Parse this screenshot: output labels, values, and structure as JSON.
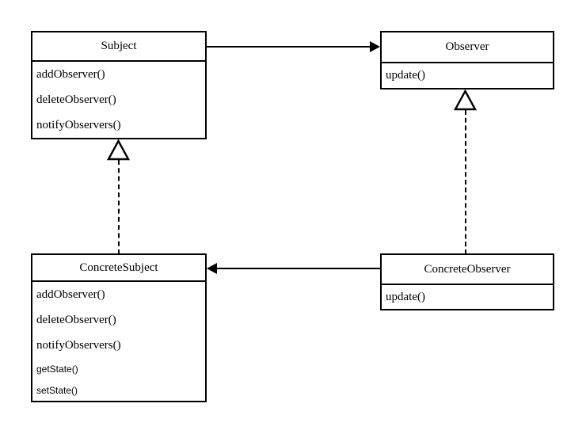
{
  "diagram": {
    "type": "uml-class-diagram",
    "title": "Observer design pattern class diagram",
    "background_color": "#ffffff",
    "line_color": "#000000",
    "classes": [
      {
        "id": "subject",
        "name": "Subject",
        "methods": [
          {
            "label": "addObserver()",
            "style": "serif"
          },
          {
            "label": "deleteObserver()",
            "style": "serif"
          },
          {
            "label": "notifyObservers()",
            "style": "serif"
          }
        ]
      },
      {
        "id": "observer",
        "name": "Observer",
        "methods": [
          {
            "label": "update()",
            "style": "serif"
          }
        ]
      },
      {
        "id": "concretesubject",
        "name": "ConcreteSubject",
        "methods": [
          {
            "label": "addObserver()",
            "style": "serif"
          },
          {
            "label": "deleteObserver()",
            "style": "serif"
          },
          {
            "label": "notifyObservers()",
            "style": "serif"
          },
          {
            "label": "getState()",
            "style": "sans-small"
          },
          {
            "label": "setState()",
            "style": "sans-small"
          }
        ]
      },
      {
        "id": "concreteobserver",
        "name": "ConcreteObserver",
        "methods": [
          {
            "label": "update()",
            "style": "serif"
          }
        ]
      }
    ],
    "connectors": [
      {
        "id": "assoc-subject-observer",
        "kind": "association",
        "line": "solid",
        "arrow": "filled-open-right",
        "from": "subject",
        "to": "observer"
      },
      {
        "id": "assoc-concreteobserver-concretesubject",
        "kind": "association",
        "line": "solid",
        "arrow": "filled-open-left",
        "from": "concreteobserver",
        "to": "concretesubject"
      },
      {
        "id": "real-concretesubject-subject",
        "kind": "realization",
        "line": "dashed",
        "arrow": "hollow-triangle-up",
        "from": "concretesubject",
        "to": "subject"
      },
      {
        "id": "real-concreteobserver-observer",
        "kind": "realization",
        "line": "dashed",
        "arrow": "hollow-triangle-up",
        "from": "concreteobserver",
        "to": "observer"
      }
    ]
  }
}
